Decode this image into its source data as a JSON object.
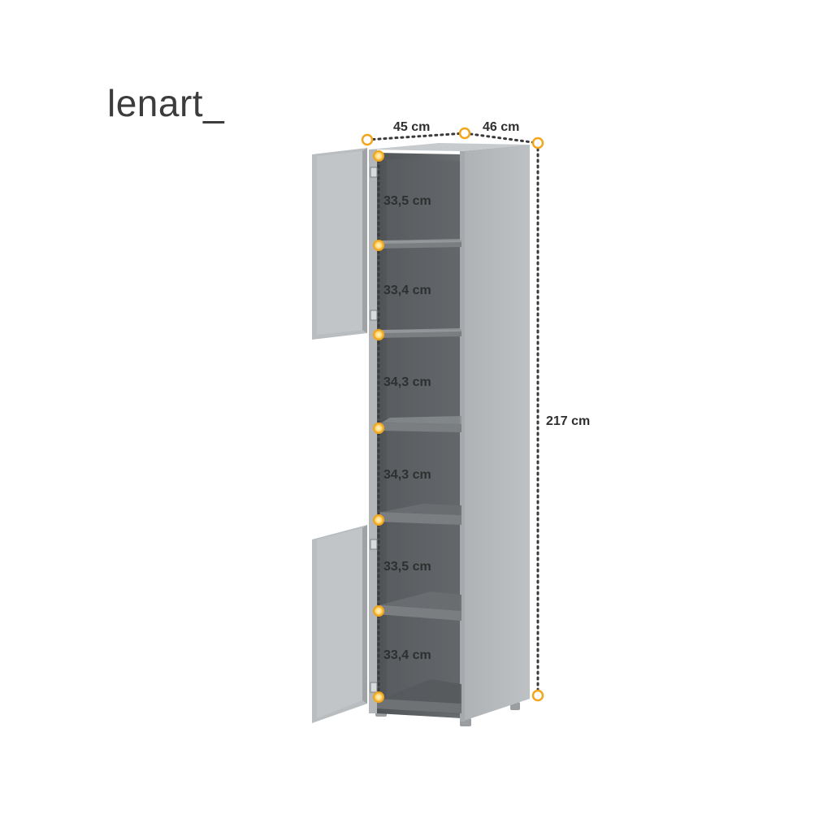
{
  "brand": {
    "name": "lenart",
    "suffix": "_"
  },
  "colors": {
    "cabinet_body": "#b9bdc0",
    "cabinet_side": "#a9adb0",
    "cabinet_interior": "#5b5f62",
    "shelf": "#707477",
    "marker_ring": "#f2a61c",
    "marker_glow": "#fff2b0",
    "dotted_line": "#3a3a3a",
    "text": "#2f2f2f"
  },
  "dimensions": {
    "width": "45 cm",
    "depth": "46 cm",
    "height": "217 cm",
    "compartments": [
      "33,5 cm",
      "33,4 cm",
      "34,3 cm",
      "34,3 cm",
      "33,5 cm",
      "33,4 cm"
    ]
  }
}
